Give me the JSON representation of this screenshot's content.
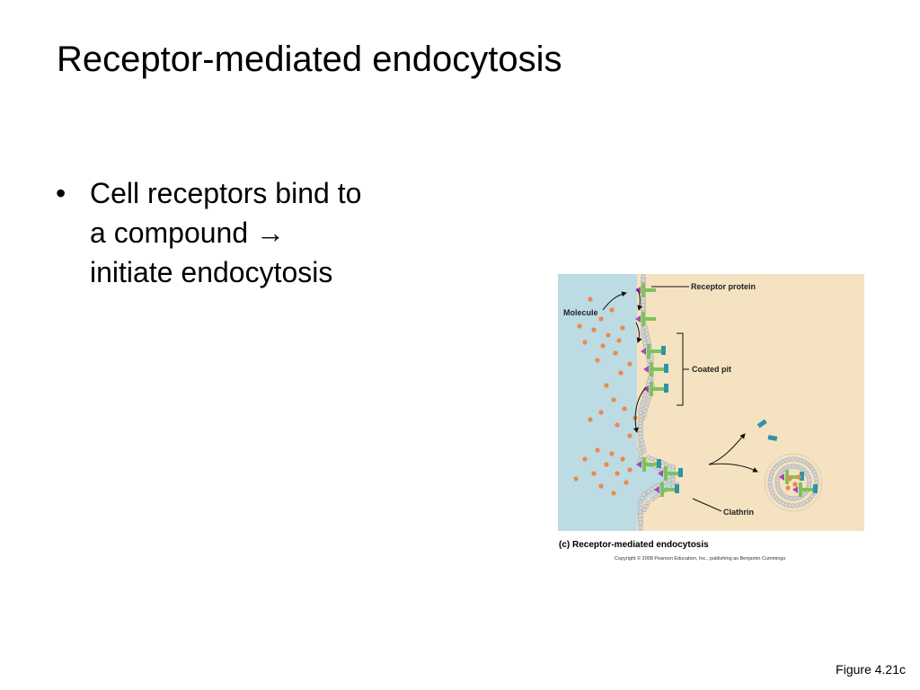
{
  "slide": {
    "title": "Receptor-mediated endocytosis",
    "bullet_marker": "•",
    "bullet_lines": [
      "Cell receptors bind to",
      "a compound →",
      "initiate endocytosis"
    ],
    "figure_number": "Figure 4.21c"
  },
  "figure": {
    "labels": {
      "receptor_protein": "Receptor protein",
      "molecule": "Molecule",
      "coated_pit": "Coated pit",
      "clathrin": "Clathrin"
    },
    "caption": "(c) Receptor-mediated endocytosis",
    "copyright": "Copyright © 2008 Pearson Education, Inc., publishing as Benjamin Cummings",
    "colors": {
      "extracellular": "#bcdbe3",
      "cytoplasm": "#f5e2c0",
      "membrane": "#d6d6d6",
      "receptor": "#7cc45a",
      "clathrin": "#2f93a8",
      "molecule": "#e98a4c",
      "ligand": "#a848b8"
    }
  }
}
